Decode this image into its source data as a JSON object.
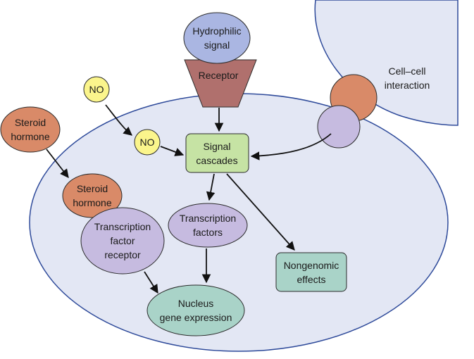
{
  "colors": {
    "cell_fill": "#e3e7f4",
    "cell_stroke": "#2e4a9a",
    "blue_node": "#aab6e2",
    "receptor": "#b0706d",
    "orange_node": "#d98a68",
    "purple_node": "#c6bbe0",
    "yellow_node": "#fbf58c",
    "green_box": "#c6e3a4",
    "teal_box": "#a9d3c8",
    "arrow": "#111111"
  },
  "labels": {
    "hydrophilic_signal": [
      "Hydrophilic",
      "signal"
    ],
    "receptor": [
      "Receptor"
    ],
    "cell_cell_interaction": [
      "Cell–cell",
      "interaction"
    ],
    "no_outside": [
      "NO"
    ],
    "no_inside": [
      "NO"
    ],
    "steroid_hormone_outside": [
      "Steroid",
      "hormone"
    ],
    "steroid_hormone_inside": [
      "Steroid",
      "hormone"
    ],
    "signal_cascades": [
      "Signal",
      "cascades"
    ],
    "transcription_factor_receptor": [
      "Transcription",
      "factor",
      "receptor"
    ],
    "transcription_factors": [
      "Transcription",
      "factors"
    ],
    "nongenomic_effects": [
      "Nongenomic",
      "effects"
    ],
    "nucleus_gene_expression": [
      "Nucleus",
      "gene expression"
    ]
  }
}
